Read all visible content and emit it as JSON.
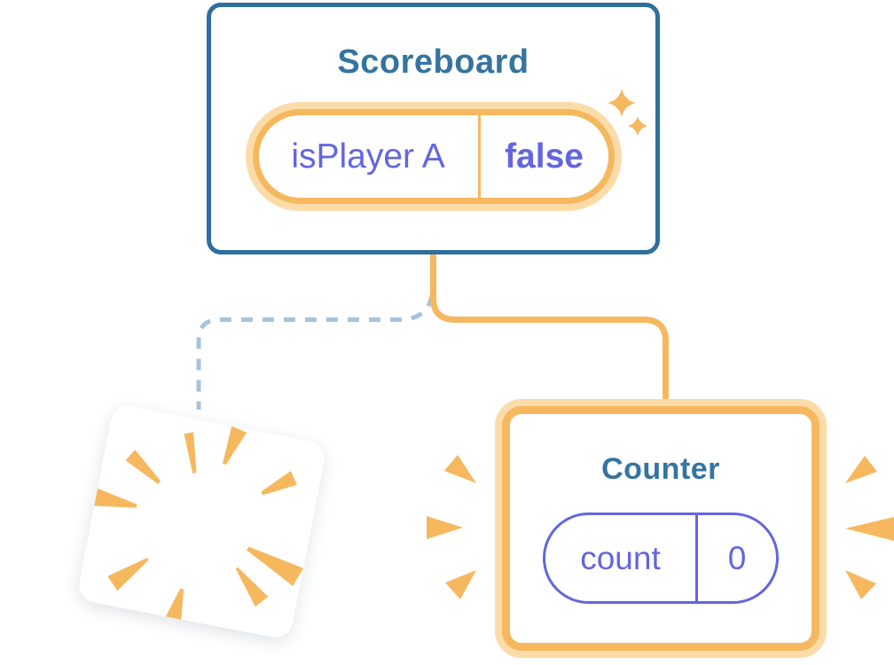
{
  "scoreboard": {
    "title": "Scoreboard",
    "state_pill": {
      "name": "isPlayer A",
      "value": "false"
    }
  },
  "counter": {
    "title": "Counter",
    "state_pill": {
      "name": "count",
      "value": "0"
    }
  },
  "icons": {
    "sparkles": "sparkles-icon",
    "poof": "poof-burst-icon",
    "emphasis_left": "burst-left-icon",
    "emphasis_right": "burst-right-icon"
  },
  "colors": {
    "card_border_blue": "#2E6F9E",
    "title_blue": "#35749F",
    "orange": "#F6B85F",
    "orange_light": "#FBDCA9",
    "purple": "#6366DE",
    "dashed_blue": "#A6C3DB",
    "background": "#FFFFFF"
  }
}
